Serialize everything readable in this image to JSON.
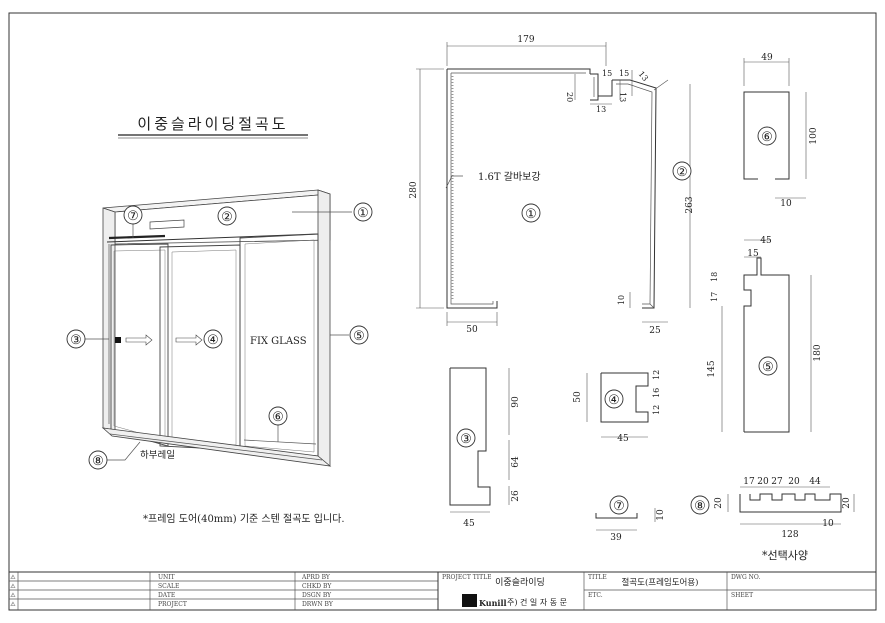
{
  "title": "이중슬라이딩절곡도",
  "note": "*프레임 도어(40mm) 기준 스텐 절곡도 입니다.",
  "option_label": "*선택사양",
  "fix_glass_label": "FIX GLASS",
  "bottom_rail_label": "하부레일",
  "reinforce_label": "1.6T 갈바보강",
  "callouts": [
    "①",
    "②",
    "③",
    "④",
    "⑤",
    "⑥",
    "⑦",
    "⑧"
  ],
  "dims": {
    "p1": {
      "top": "179",
      "left": "280",
      "bottom": "50",
      "right": "263",
      "corner": "25",
      "lip": "10",
      "small_a": "15",
      "small_b": "15",
      "small_c": "20",
      "small_d": "13",
      "small_e": "13",
      "small_f": "13"
    },
    "p6": {
      "top": "49",
      "right": "100",
      "bottom": "10"
    },
    "p5": {
      "top": "45",
      "top2": "15",
      "a": "18",
      "b": "17",
      "left": "145",
      "right": "180"
    },
    "p3": {
      "a": "90",
      "b": "64",
      "c": "26",
      "bottom": "45"
    },
    "p4": {
      "left": "50",
      "a": "12",
      "b": "16",
      "c": "12",
      "bottom": "45"
    },
    "p7": {
      "bottom": "39",
      "right": "10"
    },
    "p8": {
      "a": "17",
      "b": "20",
      "c": "27",
      "d": "20",
      "e": "44",
      "total": "128",
      "left": "20",
      "right": "20",
      "lip": "10"
    }
  },
  "title_block": {
    "left_rows": [
      {
        "tri": "⚠",
        "label": "UNIT",
        "label2": "APRD BY"
      },
      {
        "tri": "⚠",
        "label": "SCALE",
        "label2": "CHKD BY"
      },
      {
        "tri": "⚠",
        "label": "DATE",
        "label2": "DSGN BY"
      },
      {
        "tri": "⚠",
        "label": "PROJECT",
        "label2": "DRWN BY"
      }
    ],
    "project_title_label": "PROJECT TITLE",
    "project_title": "이중슬라이딩",
    "title_label": "TITLE",
    "title_value": "절곡도(프레임도어용)",
    "dwg_no_label": "DWG NO.",
    "etc_label": "ETC.",
    "sheet_label": "SHEET",
    "company_logo": "Kunill",
    "company_name": "주) 건 일 자 동 문"
  }
}
